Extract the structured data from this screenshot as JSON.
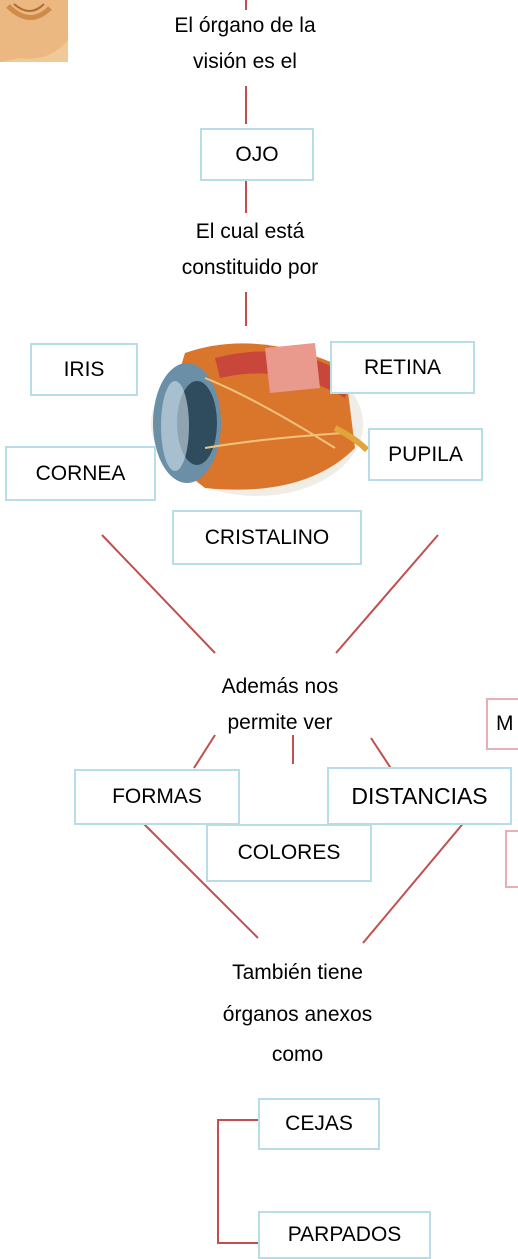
{
  "texts": {
    "organo_line1": "El órgano de la",
    "organo_line2": "visión es el",
    "constituido_line1": "El cual está",
    "constituido_line2": "constituido por",
    "ademas_line1": "Además nos",
    "ademas_line2": "permite ver",
    "tambien_line1": "También tiene",
    "tambien_line2": "órganos anexos",
    "tambien_line3": "como"
  },
  "boxes": {
    "ojo": "OJO",
    "iris": "IRIS",
    "retina": "RETINA",
    "cornea": "CORNEA",
    "pupila": "PUPILA",
    "cristalino": "CRISTALINO",
    "formas": "FORMAS",
    "distancias": "DISTANCIAS",
    "colores": "COLORES",
    "cut_box": "M",
    "cejas": "CEJAS",
    "parpados": "PARPADOS"
  },
  "colors": {
    "line": "#c0504d",
    "box_border": "#b7dde8",
    "cut_box_border": "#e6b0b4"
  },
  "images": {
    "top_left": "ear-illustration",
    "eye": "eye-anatomy-illustration"
  }
}
